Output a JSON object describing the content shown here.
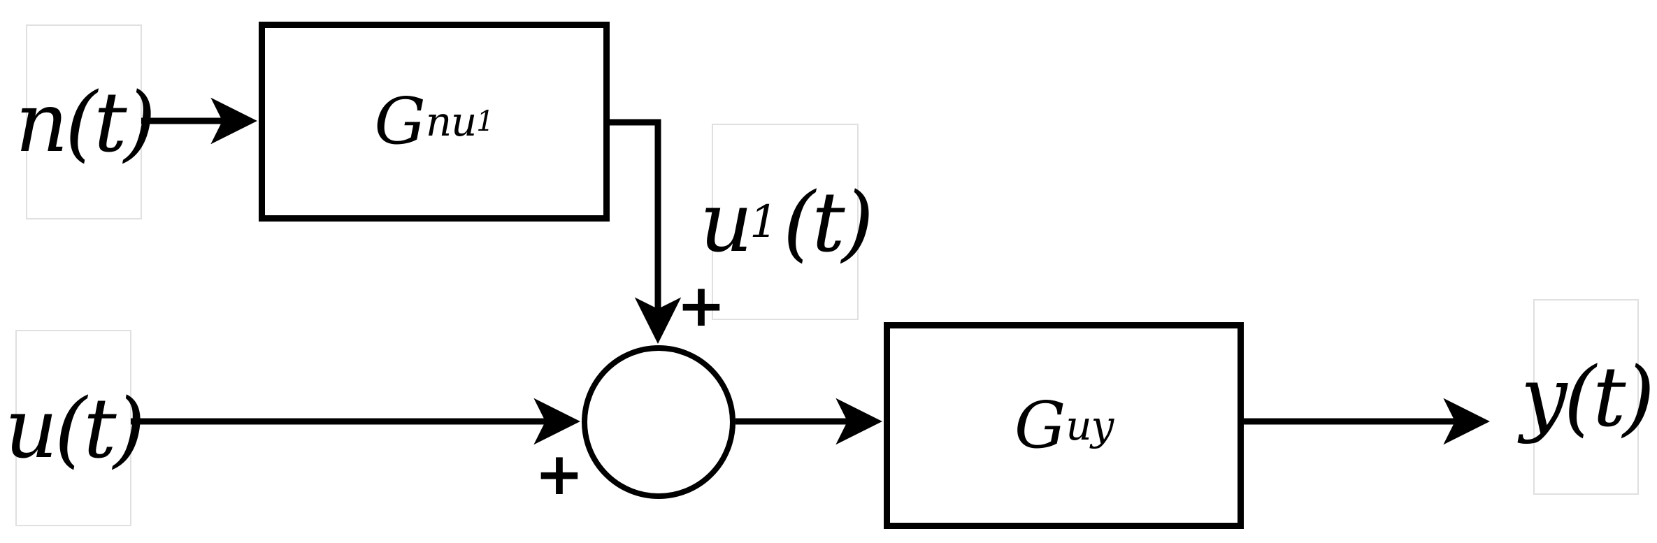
{
  "diagram": {
    "type": "block-diagram",
    "background_color": "#ffffff",
    "stroke_color": "#000000",
    "label_box_border_color": "#e0e0e0",
    "signals": {
      "n": "n(t)",
      "u": "u(t)",
      "u1_base": "u",
      "u1_sub": "1",
      "u1_args": "(t)",
      "y": "y(t)"
    },
    "blocks": {
      "gnu1_base": "G",
      "gnu1_sub": "nu",
      "gnu1_subsub": "1",
      "guy_base": "G",
      "guy_sub": "uy"
    },
    "junction": {
      "top_sign": "+",
      "left_sign": "+"
    }
  }
}
